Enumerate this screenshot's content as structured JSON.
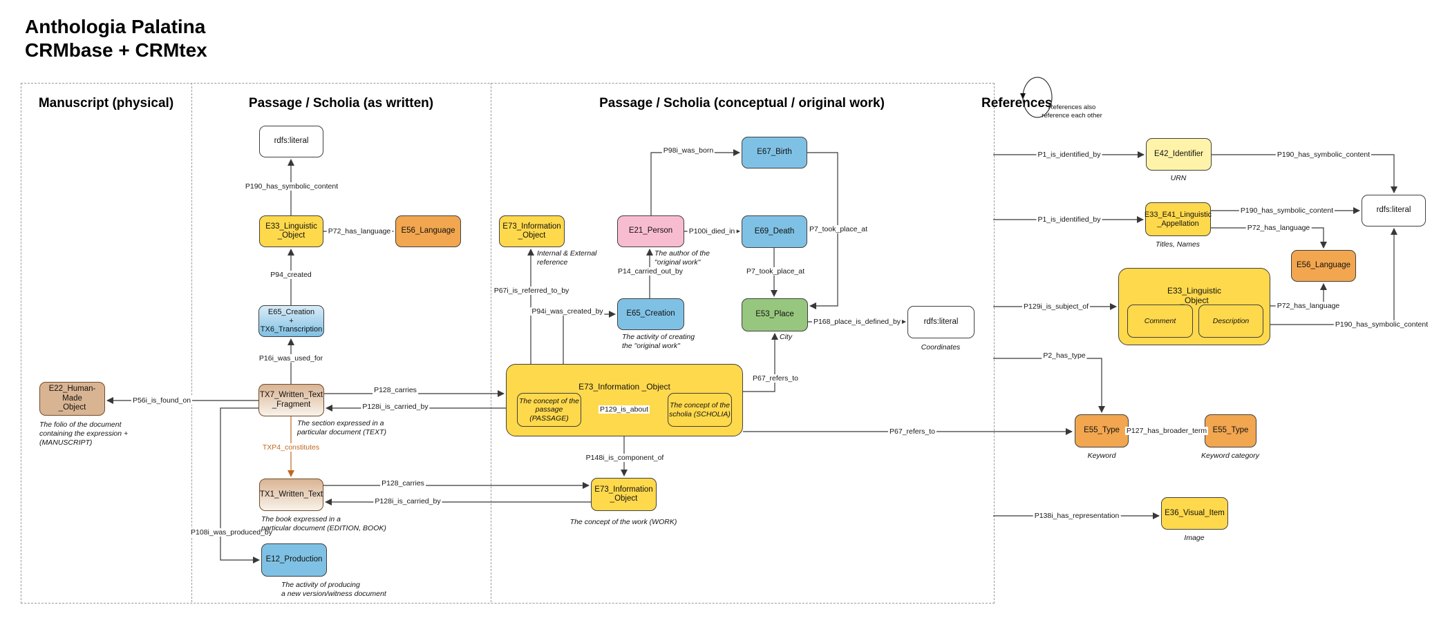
{
  "palette": {
    "yellow": "#FFD94C",
    "paleyellow": "#FFF3A9",
    "orange": "#F2A64F",
    "blue": "#7FC1E4",
    "green": "#97C77E",
    "pink": "#F8BCD0",
    "tan": "#D9B493",
    "accent-orange-text": "#C06820"
  },
  "title": "Anthologia Palatina\nCRMbase + CRMtex",
  "sections": {
    "manuscript": {
      "title": "Manuscript (physical)"
    },
    "written": {
      "title": "Passage / Scholia (as written)"
    },
    "conceptual": {
      "title": "Passage / Scholia (conceptual / original work)"
    },
    "references": {
      "title": "References",
      "note": "References also\nreference each other"
    }
  },
  "nodes": {
    "rdfs_written": {
      "label": "rdfs:literal"
    },
    "e33_written": {
      "label": "E33_Linguistic\n_Object"
    },
    "e56_written": {
      "label": "E56_Language"
    },
    "e65_tx6": {
      "label": "E65_Creation\n+\nTX6_Transcription"
    },
    "tx7": {
      "label": "TX7_Written_Text\n_Fragment",
      "caption": "The section expressed in a\nparticular document (TEXT)"
    },
    "tx1": {
      "label": "TX1_Written_Text",
      "caption": "The book expressed in a\nparticular document (EDITION, BOOK)"
    },
    "e12": {
      "label": "E12_Production",
      "caption": "The activity of producing\na new version/witness document"
    },
    "e22": {
      "label": "E22_Human-Made\n_Object",
      "caption": "The folio of the document\ncontaining the expression +\n(MANUSCRIPT)"
    },
    "e73_top": {
      "label": "E73_Information\n_Object",
      "caption": "Internal & External\nreference"
    },
    "e21": {
      "label": "E21_Person",
      "caption": "The author of the\n\"original work\""
    },
    "e67": {
      "label": "E67_Birth"
    },
    "e69": {
      "label": "E69_Death"
    },
    "e53": {
      "label": "E53_Place",
      "caption": "City"
    },
    "e65_c": {
      "label": "E65_Creation",
      "caption": "The activity of creating\nthe \"original work\""
    },
    "rdfs_coords": {
      "label": "rdfs:literal",
      "caption": "Coordinates"
    },
    "e73_big": {
      "label": "E73_Information _Object",
      "passage": "The concept of the\npassage (PASSAGE)",
      "scholia": "The concept of the\nscholia (SCHOLIA)"
    },
    "e73_work": {
      "label": "E73_Information\n_Object",
      "caption": "The concept of the work (WORK)"
    },
    "e42": {
      "label": "E42_Identifier",
      "caption": "URN"
    },
    "e33_e41": {
      "label": "E33_E41_Linguistic\n_Appellation",
      "caption": "Titles, Names"
    },
    "e33_big": {
      "label": "E33_Linguistic\n_Object",
      "comment": "Comment",
      "description": "Description"
    },
    "e56_ref": {
      "label": "E56_Language"
    },
    "e55_kw": {
      "label": "E55_Type",
      "caption": "Keyword"
    },
    "e55_cat": {
      "label": "E55_Type",
      "caption": "Keyword category"
    },
    "e36": {
      "label": "E36_Visual_Item",
      "caption": "Image"
    },
    "rdfs_right": {
      "label": "rdfs:literal"
    }
  },
  "edges": {
    "p190_w": "P190_has_symbolic_content",
    "p72_w": "P72_has_language",
    "p94_w": "P94_created",
    "p16i": "P16i_was_used_for",
    "p56i": "P56i_is_found_on",
    "txp4": "TXP4_constitutes",
    "p108i": "P108i_was_produced_by",
    "p128c_tx7": "P128_carries",
    "p128i_tx7": "P128i_is_carried_by",
    "p128c_tx1": "P128_carries",
    "p128i_tx1": "P128i_is_carried_by",
    "p98i": "P98i_was_born",
    "p100i": "P100i_died_in",
    "p7_e69": "P7_took_place_at",
    "p7_e67": "P7_took_place_at",
    "p14": "P14_carried_out_by",
    "p94i": "P94i_was_created_by",
    "p67i": "P67i_is_referred_to_by",
    "p67_up": "P67_refers_to",
    "p168": "P168_place_is_defined_by",
    "p129_about": "P129_is_about",
    "p148i": "P148i_is_component_of",
    "p67_long": "P67_refers_to",
    "p1a": "P1_is_identified_by",
    "p190a": "P190_has_symbolic_content",
    "p1b": "P1_is_identified_by",
    "p190b": "P190_has_symbolic_content",
    "p72a": "P72_has_language",
    "p129i": "P129i_is_subject_of",
    "p72b": "P72_has_language",
    "p190c": "P190_has_symbolic_content",
    "p2": "P2_has_type",
    "p127": "P127_has_broader_term",
    "p138i": "P138i_has_representation"
  }
}
